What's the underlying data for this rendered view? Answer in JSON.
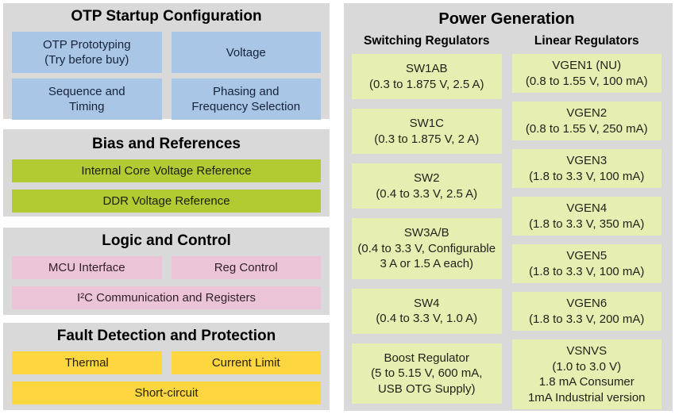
{
  "palette": {
    "panel_gray": "#d9d9d9",
    "blue_box": "#a9c6e6",
    "green_bar": "#b2cb33",
    "pink_box": "#ecc4d8",
    "yellow_box": "#fdd640",
    "pale_green_box": "#e6eeb2"
  },
  "left": {
    "otp": {
      "title": "OTP Startup Configuration",
      "cells": [
        {
          "name": "otp-prototyping-box",
          "lines": [
            "OTP Prototyping",
            "(Try before buy)"
          ]
        },
        {
          "name": "voltage-box",
          "lines": [
            "Voltage"
          ]
        },
        {
          "name": "sequence-and-timing-box",
          "lines": [
            "Sequence and",
            "Timing"
          ]
        },
        {
          "name": "phasing-frequency-selection-box",
          "lines": [
            "Phasing and",
            "Frequency Selection"
          ]
        }
      ]
    },
    "bias": {
      "title": "Bias and References",
      "bars": [
        {
          "name": "internal-core-voltage-reference-bar",
          "lines": [
            "Internal Core Voltage Reference"
          ]
        },
        {
          "name": "ddr-voltage-reference-bar",
          "lines": [
            "DDR Voltage Reference"
          ]
        }
      ]
    },
    "logic": {
      "title": "Logic and Control",
      "cells": [
        {
          "name": "mcu-interface-box",
          "lines": [
            "MCU Interface"
          ]
        },
        {
          "name": "reg-control-box",
          "lines": [
            "Reg Control"
          ]
        }
      ],
      "bars": [
        {
          "name": "i2c-communication-registers-bar",
          "lines": [
            "I²C Communication and Registers"
          ]
        }
      ]
    },
    "fault": {
      "title": "Fault Detection and Protection",
      "cells": [
        {
          "name": "thermal-box",
          "lines": [
            "Thermal"
          ]
        },
        {
          "name": "current-limit-box",
          "lines": [
            "Current Limit"
          ]
        }
      ],
      "bars": [
        {
          "name": "short-circuit-bar",
          "lines": [
            "Short-circuit"
          ]
        }
      ]
    }
  },
  "right": {
    "title": "Power Generation",
    "switching": {
      "header": "Switching Regulators",
      "boxes": [
        {
          "name": "sw1ab-box",
          "lines": [
            "SW1AB",
            "(0.3 to 1.875 V, 2.5 A)"
          ]
        },
        {
          "name": "sw1c-box",
          "lines": [
            "SW1C",
            "(0.3 to 1.875 V, 2 A)"
          ]
        },
        {
          "name": "sw2-box",
          "lines": [
            "SW2",
            "(0.4 to 3.3 V, 2.5 A)"
          ]
        },
        {
          "name": "sw3ab-box",
          "lines": [
            "SW3A/B",
            "(0.4 to 3.3 V, Configurable",
            "3 A or 1.5 A each)"
          ]
        },
        {
          "name": "sw4-box",
          "lines": [
            "SW4",
            "(0.4 to 3.3 V, 1.0 A)"
          ]
        },
        {
          "name": "boost-regulator-box",
          "lines": [
            "Boost Regulator",
            "(5 to 5.15 V, 600 mA,",
            "USB OTG Supply)"
          ]
        }
      ]
    },
    "linear": {
      "header": "Linear Regulators",
      "boxes": [
        {
          "name": "vgen1-box",
          "lines": [
            "VGEN1 (NU)",
            "(0.8 to 1.55 V, 100 mA)"
          ]
        },
        {
          "name": "vgen2-box",
          "lines": [
            "VGEN2",
            "(0.8 to 1.55 V, 250 mA)"
          ]
        },
        {
          "name": "vgen3-box",
          "lines": [
            "VGEN3",
            "(1.8 to 3.3 V, 100 mA)"
          ]
        },
        {
          "name": "vgen4-box",
          "lines": [
            "VGEN4",
            "(1.8 to 3.3 V, 350 mA)"
          ]
        },
        {
          "name": "vgen5-box",
          "lines": [
            "VGEN5",
            "(1.8 to 3.3 V, 100 mA)"
          ]
        },
        {
          "name": "vgen6-box",
          "lines": [
            "VGEN6",
            "(1.8 to 3.3 V, 200 mA)"
          ]
        },
        {
          "name": "vsnvs-box",
          "lines": [
            "VSNVS",
            "(1.0 to 3.0 V)",
            "1.8 mA Consumer",
            "1mA Industrial version"
          ]
        }
      ]
    }
  }
}
